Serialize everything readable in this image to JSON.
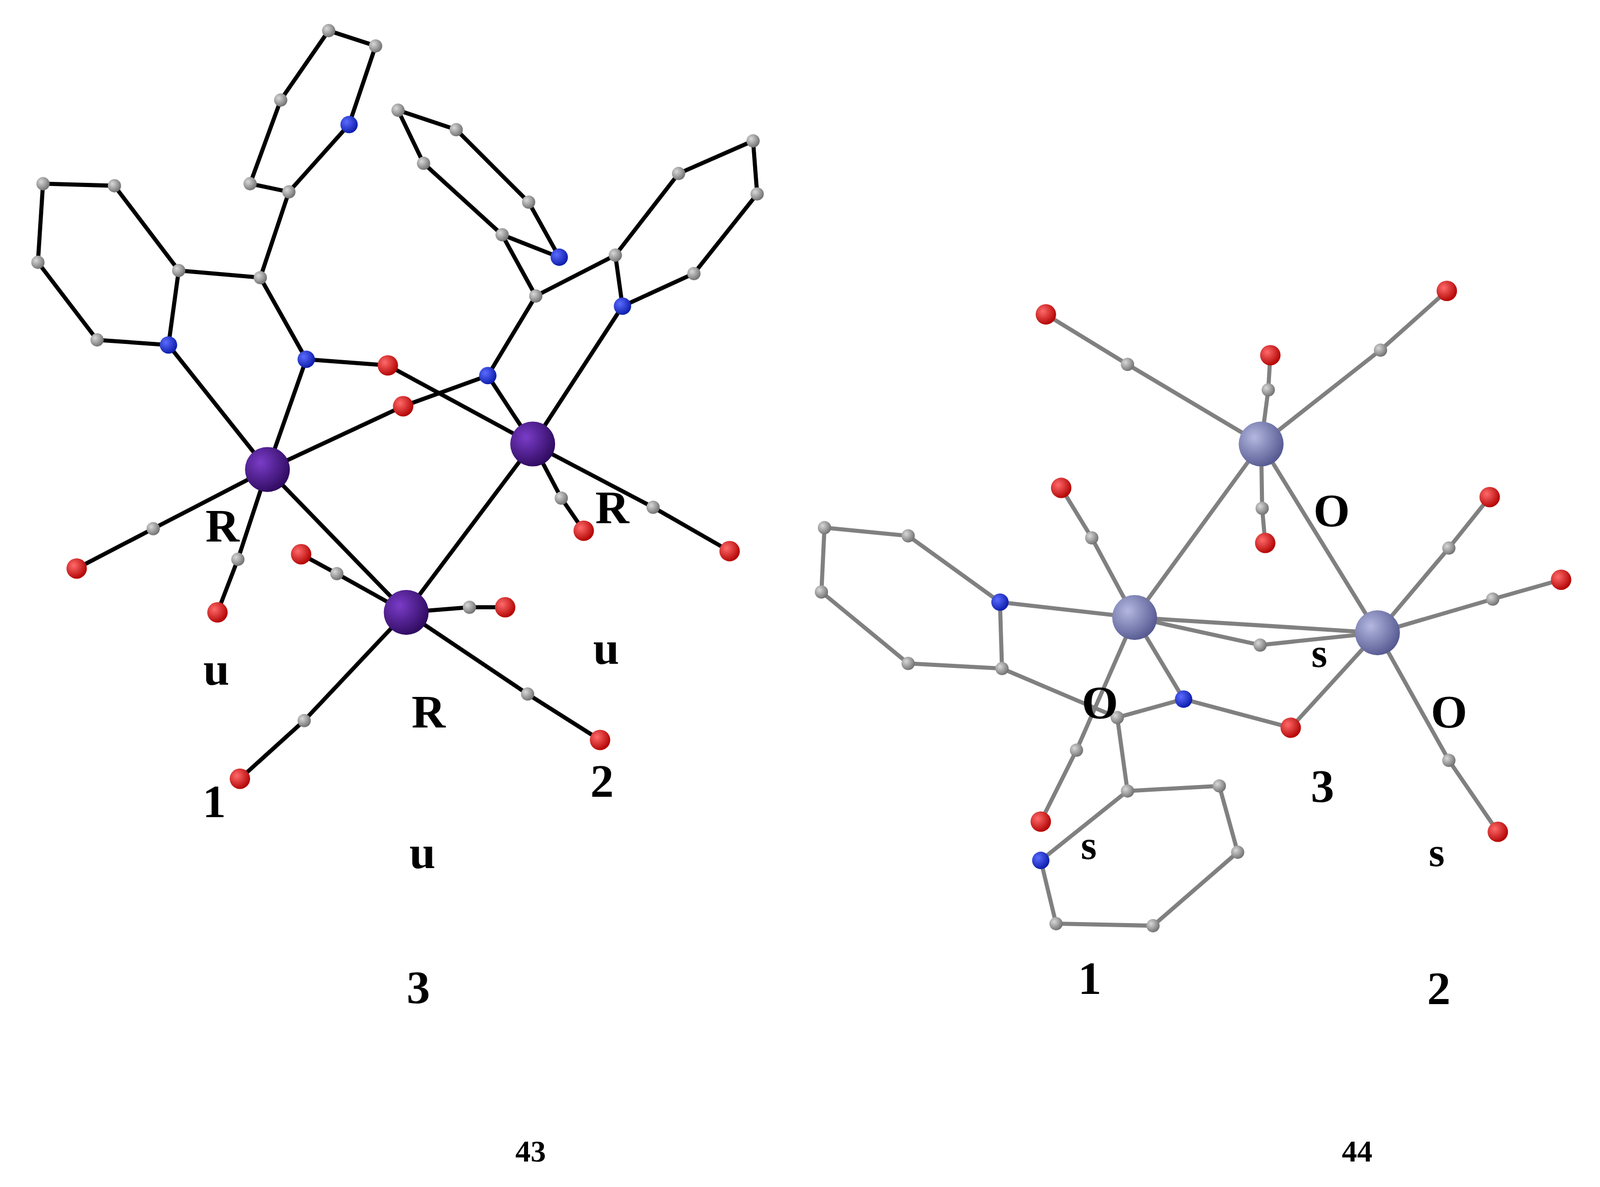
{
  "diagram": {
    "labels": [
      "R",
      "R",
      "u",
      "u",
      "R",
      "1",
      "2",
      "u",
      "3",
      "43",
      "O",
      "s",
      "O",
      "O",
      "3",
      "s",
      "s",
      "1",
      "2",
      "44"
    ]
  }
}
